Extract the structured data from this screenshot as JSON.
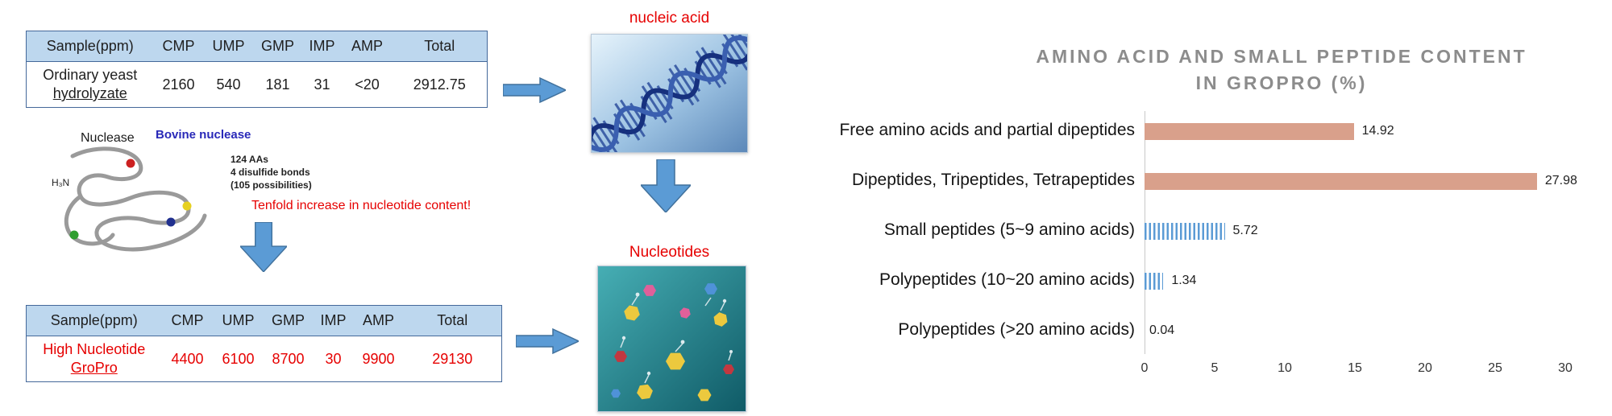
{
  "left_panel": {
    "table_top": {
      "headers": [
        "Sample(ppm)",
        "CMP",
        "UMP",
        "GMP",
        "IMP",
        "AMP",
        "Total"
      ],
      "row": {
        "label_line1": "Ordinary yeast",
        "label_line2": "hydrolyzate",
        "values": [
          "2160",
          "540",
          "181",
          "31",
          "<20",
          "2912.75"
        ]
      }
    },
    "nuclease": {
      "label": "Nuclease",
      "title": "Bovine nuclease",
      "details": [
        "124 AAs",
        "4 disulfide bonds",
        "(105 possibilities)"
      ],
      "n_terminus": "H₃N"
    },
    "highlight_text": "Tenfold increase in nucleotide content!",
    "nucleic_acid_label": "nucleic acid",
    "nucleotides_label": "Nucleotides",
    "table_bottom": {
      "headers": [
        "Sample(ppm)",
        "CMP",
        "UMP",
        "GMP",
        "IMP",
        "AMP",
        "Total"
      ],
      "row": {
        "label_line1": "High Nucleotide",
        "label_line2": "GroPro",
        "values": [
          "4400",
          "6100",
          "8700",
          "30",
          "9900",
          "29130"
        ]
      }
    }
  },
  "chart_data": {
    "type": "bar",
    "orientation": "horizontal",
    "title": "AMINO ACID AND SMALL PEPTIDE CONTENT IN GROPRO (%)",
    "title_line1": "AMINO ACID AND SMALL PEPTIDE CONTENT",
    "title_line2": "IN GROPRO (%)",
    "categories": [
      "Free amino acids and partial dipeptides",
      "Dipeptides, Tripeptides, Tetrapeptides",
      "Small peptides (5~9 amino acids)",
      "Polypeptides (10~20 amino acids)",
      "Polypeptides (>20 amino acids)"
    ],
    "values": [
      14.92,
      27.98,
      5.72,
      1.34,
      0.04
    ],
    "value_labels": [
      "14.92",
      "27.98",
      "5.72",
      "1.34",
      "0.04"
    ],
    "bar_styles": [
      "solid-salmon",
      "solid-salmon",
      "striped-blue",
      "striped-blue",
      "none"
    ],
    "xlim": [
      0,
      30
    ],
    "xticks": [
      0,
      5,
      10,
      15,
      20,
      25,
      30
    ],
    "grid": false,
    "legend": false,
    "colors": {
      "salmon": "#d9a08b",
      "blue": "#5b9bd5",
      "title_gray": "#8c8c8c",
      "accent_red": "#e60000",
      "table_header": "#bdd7ee",
      "arrow_blue": "#5b9bd5"
    }
  }
}
